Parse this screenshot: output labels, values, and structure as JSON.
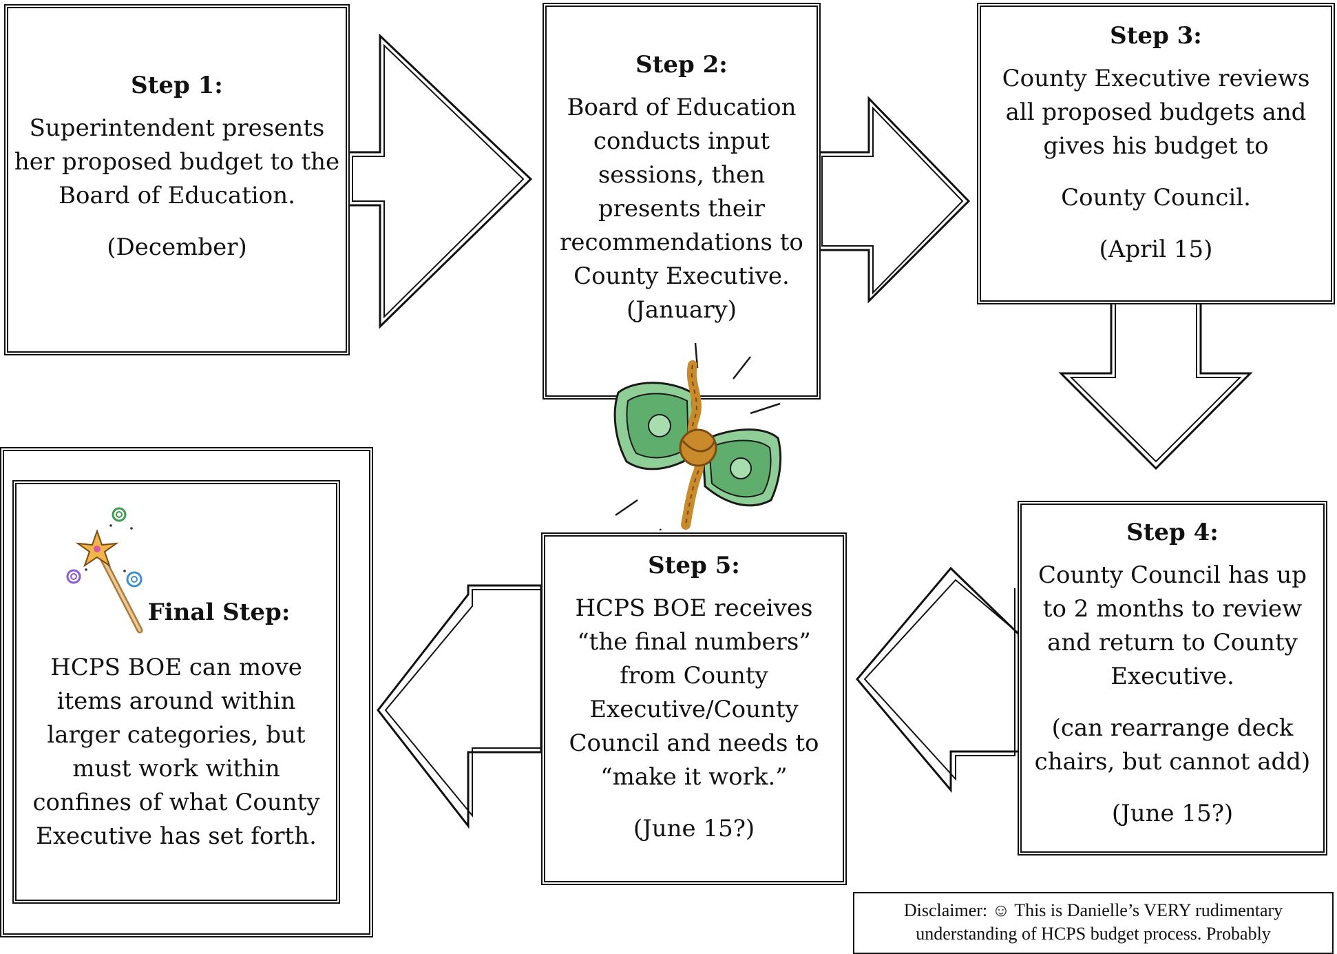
{
  "steps": {
    "step1": {
      "title": "Step 1:",
      "lines": [
        "Superintendent presents",
        "her proposed budget to the",
        "Board of Education."
      ],
      "date": "(December)"
    },
    "step2": {
      "title": "Step 2:",
      "lines": [
        "Board of Education",
        "conducts input",
        "sessions, then",
        "presents their",
        "recommendations to",
        "County Executive.",
        "(January)"
      ]
    },
    "step3": {
      "title": "Step 3:",
      "lines": [
        "County Executive reviews",
        "all proposed budgets and",
        "gives his budget to"
      ],
      "line_after_gap": "County Council.",
      "date": "(April 15)"
    },
    "step4": {
      "title": "Step 4:",
      "lines": [
        "County Council has up",
        "to 2 months to review",
        "and return to County",
        "Executive."
      ],
      "note_lines": [
        "(can rearrange deck",
        "chairs, but cannot add)"
      ],
      "date": "(June 15?)"
    },
    "step5": {
      "title": "Step 5:",
      "lines": [
        "HCPS BOE receives",
        "“the final numbers”",
        "from County",
        "Executive/County",
        "Council and needs to",
        "“make it work.”"
      ],
      "date": "(June 15?)"
    },
    "final": {
      "title": "Final Step:",
      "lines": [
        "HCPS BOE can move",
        "items around within",
        "larger categories, but",
        "must work within",
        "confines of what County",
        "Executive has set forth."
      ]
    }
  },
  "disclaimer": {
    "line1": "Disclaimer: ☺ This is Danielle’s VERY rudimentary",
    "line2": "understanding of HCPS budget process. Probably"
  },
  "icons": [
    "money-bundle-icon",
    "magic-wand-icon"
  ],
  "colors": {
    "ink": "#111111",
    "money_green": "#5fae6e",
    "rope": "#c98a2b",
    "wand_star": "#f2b54a"
  }
}
